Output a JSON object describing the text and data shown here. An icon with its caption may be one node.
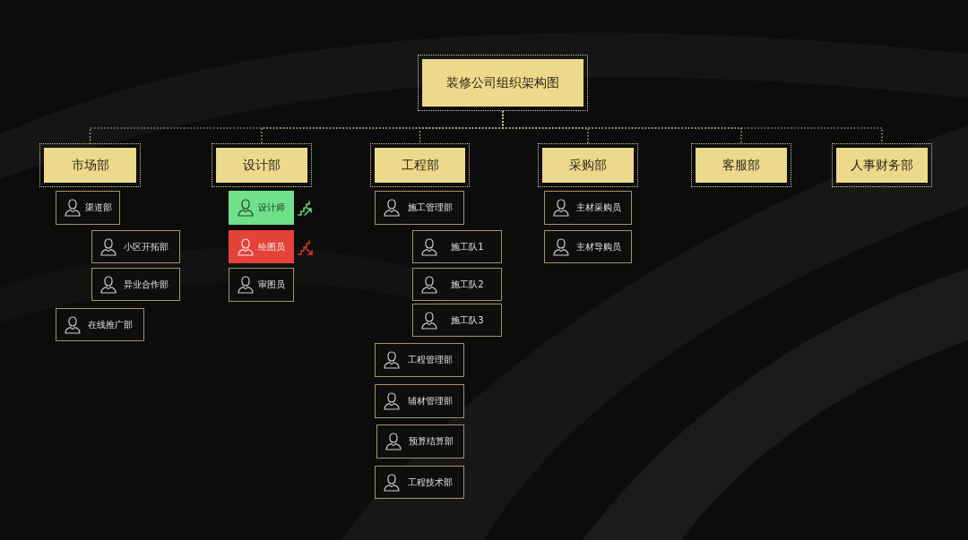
{
  "diagram": {
    "nodes": [
      {
        "text": [
          "装修公司组织架构图"
        ]
      },
      {
        "text": [
          "市场部"
        ]
      },
      {
        "text": [
          "设计部"
        ]
      },
      {
        "text": [
          "工程部"
        ]
      },
      {
        "text": [
          "采购部"
        ]
      },
      {
        "text": [
          "客服部"
        ]
      },
      {
        "text": [
          "人事财务部"
        ]
      },
      {
        "text": [
          "渠道部"
        ]
      },
      {
        "text": [
          "小区开拓部"
        ]
      },
      {
        "text": [
          "异业合作部"
        ]
      },
      {
        "text": [
          "在线推广部"
        ]
      },
      {
        "text": [
          "设计师"
        ]
      },
      {
        "text": [
          "绘图员"
        ]
      },
      {
        "text": [
          "审图员"
        ]
      },
      {
        "text": [
          "施工管理部"
        ]
      },
      {
        "text": [
          "施工队1"
        ]
      },
      {
        "text": [
          "施工队2"
        ]
      },
      {
        "text": [
          "施工队3"
        ]
      },
      {
        "text": [
          "工程管理部"
        ]
      },
      {
        "text": [
          "辅材管理部"
        ]
      },
      {
        "text": [
          "预算结算部"
        ]
      },
      {
        "text": [
          "工程技术部"
        ]
      },
      {
        "text": [
          "主材采购员"
        ]
      },
      {
        "text": [
          "主材导购员"
        ]
      }
    ],
    "edges": [
      {
        "from": 0,
        "to": 1,
        "arrow": "none",
        "style": "dashed"
      },
      {
        "from": 0,
        "to": 2,
        "arrow": "none",
        "style": "dashed"
      },
      {
        "from": 0,
        "to": 3,
        "arrow": "none",
        "style": "dashed"
      },
      {
        "from": 0,
        "to": 4,
        "arrow": "none",
        "style": "dashed"
      },
      {
        "from": 0,
        "to": 5,
        "arrow": "none",
        "style": "dashed"
      },
      {
        "from": 0,
        "to": 6,
        "arrow": "none",
        "style": "dashed"
      }
    ]
  }
}
